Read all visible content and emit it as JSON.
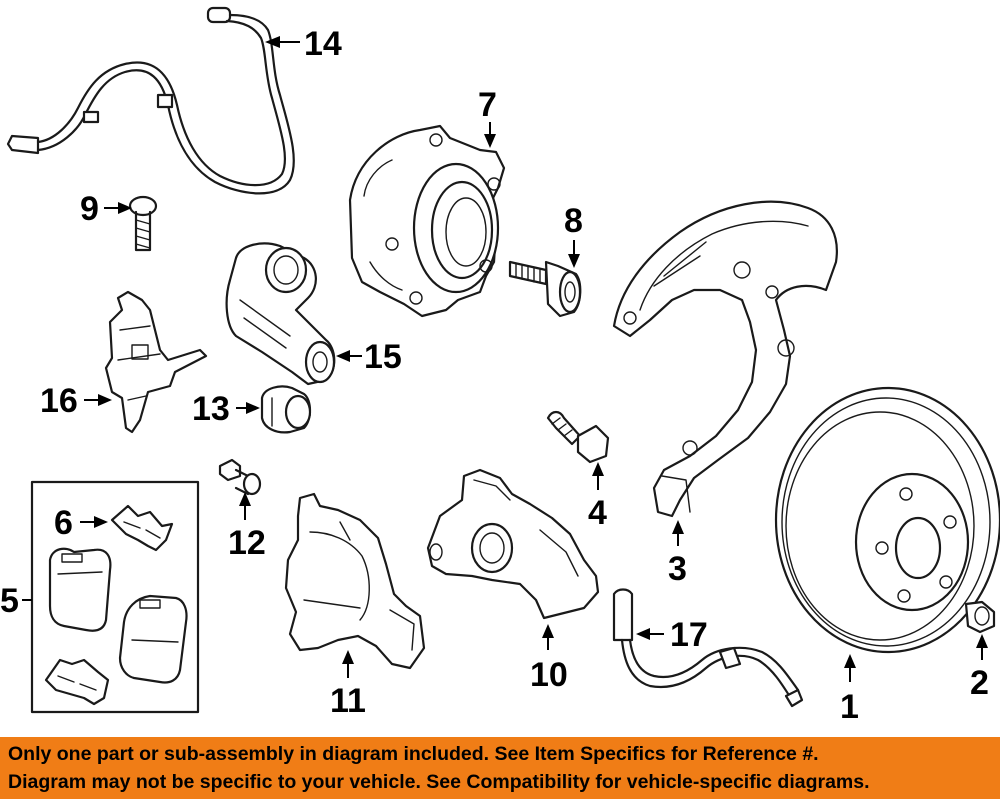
{
  "callouts": {
    "c1": "1",
    "c2": "2",
    "c3": "3",
    "c4": "4",
    "c5": "5",
    "c6": "6",
    "c7": "7",
    "c8": "8",
    "c9": "9",
    "c10": "10",
    "c11": "11",
    "c12": "12",
    "c13": "13",
    "c14": "14",
    "c15": "15",
    "c16": "16",
    "c17": "17"
  },
  "banner": {
    "line1": "Only one part or sub-assembly in diagram included. See Item Specifics for Reference #.",
    "line2": "Diagram may not be specific to your vehicle. See Compatibility for vehicle-specific diagrams."
  },
  "colors": {
    "banner_bg": "#f07d16",
    "line": "#1a1a1a",
    "text": "#000000"
  }
}
